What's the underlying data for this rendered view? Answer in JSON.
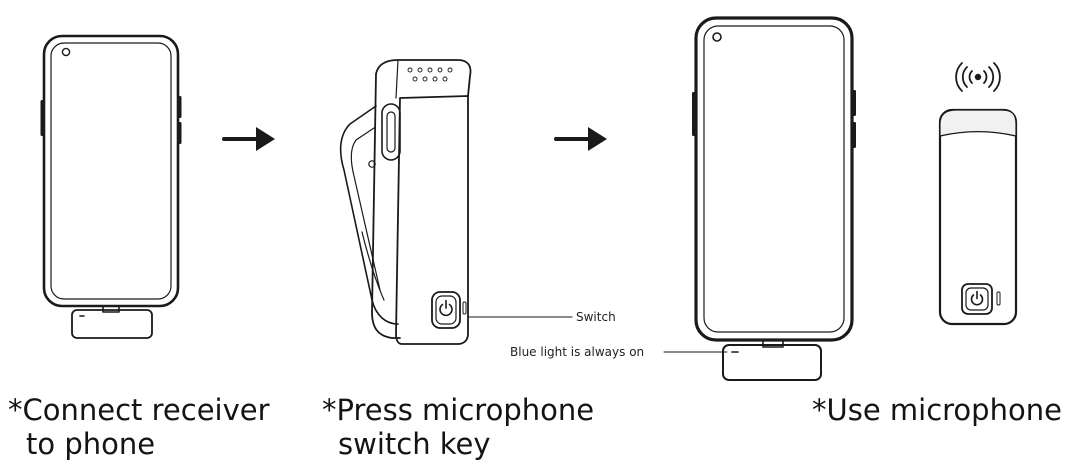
{
  "captions": {
    "step1_line1": "*Connect receiver",
    "step1_line2": "to phone",
    "step2_line1": "*Press microphone",
    "step2_line2": "switch key",
    "step3": "*Use microphone"
  },
  "callouts": {
    "switch": "Switch",
    "blue_light": "Blue light is always on"
  },
  "icons": {
    "arrow": "arrow-right-icon",
    "power": "power-icon",
    "wireless": "wireless-signal-icon"
  },
  "colors": {
    "line": "#1a1a1a",
    "fill": "#ffffff",
    "shade": "#f1f1f1"
  }
}
